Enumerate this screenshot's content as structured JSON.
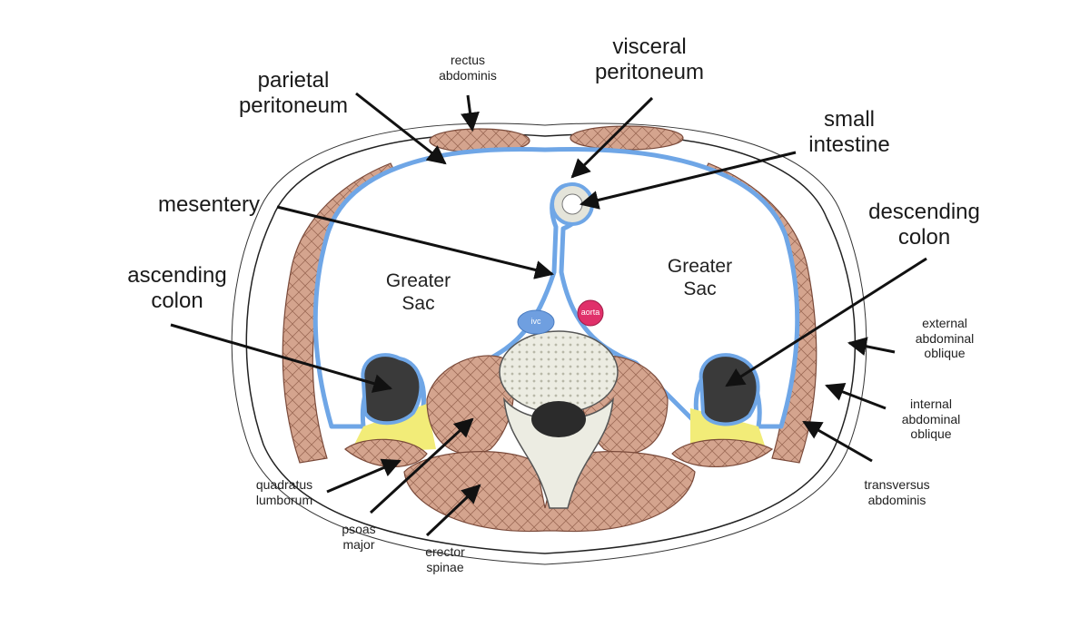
{
  "labels": {
    "rectus_abdominis": "rectus\nabdominis",
    "parietal_peritoneum": "parietal\nperitoneum",
    "visceral_peritoneum": "visceral\nperitoneum",
    "small_intestine": "small\nintestine",
    "mesentery": "mesentery",
    "descending_colon": "descending\ncolon",
    "ascending_colon": "ascending\ncolon",
    "greater_sac_left": "Greater\nSac",
    "greater_sac_right": "Greater\nSac",
    "ivc": "ivc",
    "aorta": "aorta",
    "external_abdominal_oblique": "external\nabdominal\noblique",
    "internal_abdominal_oblique": "internal\nabdominal\noblique",
    "transversus_abdominis": "transversus\nabdominis",
    "quadratus_lumborum": "quadratus\nlumborum",
    "psoas_major": "psoas\nmajor",
    "erector_spinae": "erector\nspinae"
  },
  "colors": {
    "muscle": "#d4a48e",
    "muscle_line": "#8a5a48",
    "peritoneum": "#6fa6e6",
    "fat": "#f2ec78",
    "aorta": "#e0306a",
    "ivc": "#6f9fe0",
    "bone": "#e8e8dc",
    "colon": "#3a3a3a"
  }
}
